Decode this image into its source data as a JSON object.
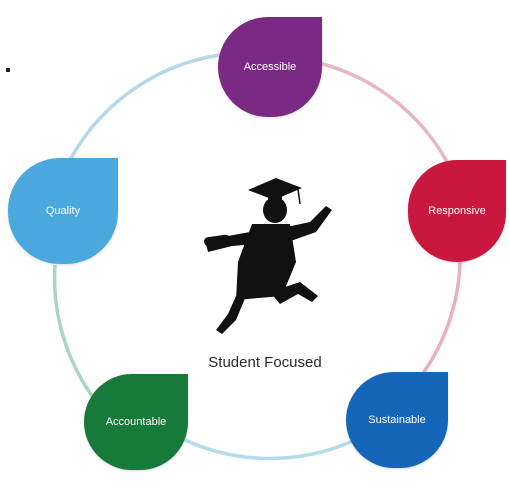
{
  "center": {
    "label": "Student Focused",
    "icon": "graduate-leaping-icon"
  },
  "nodes": [
    {
      "key": "accessible",
      "label": "Accessible",
      "color": "#7b2a83"
    },
    {
      "key": "responsive",
      "label": "Responsive",
      "color": "#c9173f"
    },
    {
      "key": "sustainable",
      "label": "Sustainable",
      "color": "#1565b8"
    },
    {
      "key": "accountable",
      "label": "Accountable",
      "color": "#187a3a"
    },
    {
      "key": "quality",
      "label": "Quality",
      "color": "#4aa8dd"
    }
  ]
}
